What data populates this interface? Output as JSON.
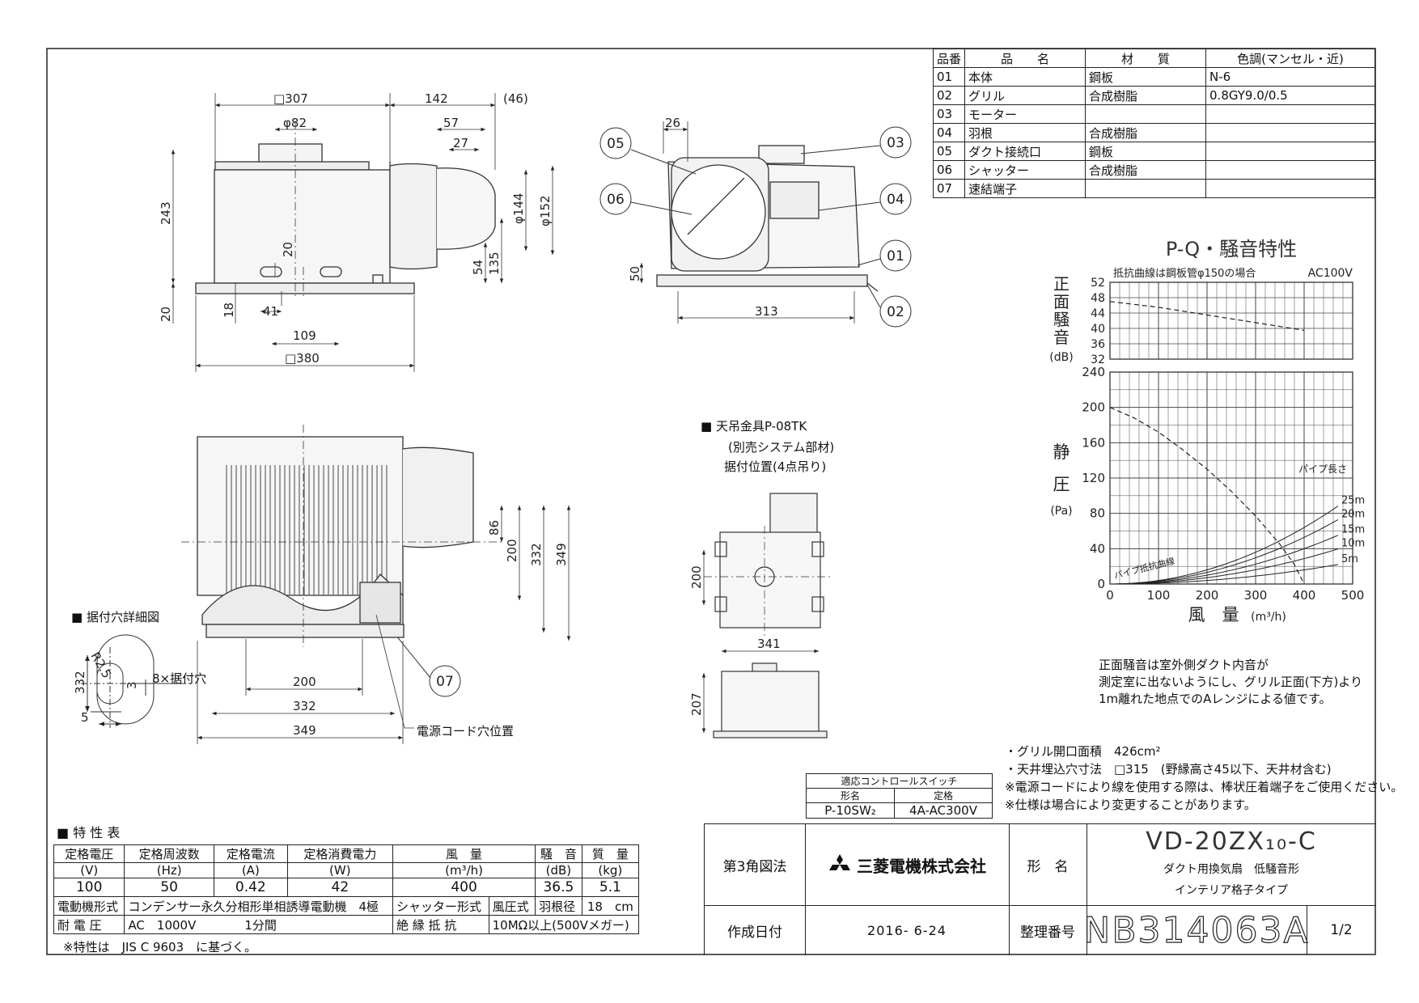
{
  "parts": {
    "headers": [
      "品番",
      "品　　名",
      "材　　質",
      "色調(マンセル・近)"
    ],
    "rows": [
      [
        "01",
        "本体",
        "鋼板",
        "N-6"
      ],
      [
        "02",
        "グリル",
        "合成樹脂",
        "0.8GY9.0/0.5"
      ],
      [
        "03",
        "モーター",
        "",
        ""
      ],
      [
        "04",
        "羽根",
        "合成樹脂",
        ""
      ],
      [
        "05",
        "ダクト接続口",
        "鋼板",
        ""
      ],
      [
        "06",
        "シャッター",
        "合成樹脂",
        ""
      ],
      [
        "07",
        "速結端子",
        "",
        ""
      ]
    ]
  },
  "dims": {
    "top": {
      "w307": "□307",
      "w142": "142",
      "w46": "(46)",
      "d82": "φ82",
      "w57": "57",
      "w27": "27",
      "h243": "243",
      "h20a": "20",
      "d144": "φ144",
      "d152": "φ152",
      "h54": "54",
      "h135": "135",
      "h20b": "20",
      "w18": "18",
      "w41": "41",
      "w109": "109",
      "w380": "□380"
    },
    "side": {
      "w26": "26",
      "h50": "50",
      "w313": "313"
    },
    "front": {
      "h86": "86",
      "h200": "200",
      "h332": "332",
      "h349": "349",
      "w200": "200",
      "w332": "332",
      "w349": "349"
    },
    "hanger": {
      "h200": "200",
      "w341": "341",
      "h207": "207"
    },
    "detail": {
      "h332": "332",
      "r25": "R2.5",
      "h3": "3",
      "w5": "5"
    }
  },
  "callouts": [
    "05",
    "06",
    "03",
    "04",
    "01",
    "02",
    "07"
  ],
  "labels": {
    "detail_title": "据付穴詳細図",
    "holes": "8×据付穴",
    "cord_hole": "電源コード穴位置",
    "hanger_title": "天吊金具P-08TK",
    "hanger_sub1": "(別売システム部材)",
    "hanger_sub2": "据付位置(4点吊り)",
    "spec_title": "特 性 表"
  },
  "chart_data": {
    "type": "line",
    "title": "P-Q・騒音特性",
    "subtitle": "抵抗曲線は鋼板管φ150の場合",
    "voltage": "AC100V",
    "noise_ylabel": [
      "正",
      "面",
      "騒",
      "音"
    ],
    "noise_unit": "(dB)",
    "noise_ylim": [
      32,
      52
    ],
    "noise_yticks": [
      52,
      48,
      44,
      40,
      36,
      32
    ],
    "noise_series": {
      "x": [
        0,
        100,
        200,
        300,
        400
      ],
      "y": [
        47,
        45.5,
        43.5,
        41.5,
        39.5
      ]
    },
    "pq_ylabel": [
      "静",
      "圧"
    ],
    "pq_unit": "(Pa)",
    "pq_ylim": [
      0,
      240
    ],
    "pq_yticks": [
      240,
      200,
      160,
      120,
      80,
      40,
      0
    ],
    "xlim": [
      0,
      500
    ],
    "xticks": [
      0,
      100,
      200,
      300,
      400,
      500
    ],
    "xlabel": "風　量",
    "xunit": "(m³/h)",
    "pq_curve": {
      "x": [
        0,
        50,
        100,
        150,
        200,
        250,
        300,
        350,
        380,
        400
      ],
      "y": [
        200,
        188,
        172,
        152,
        130,
        105,
        77,
        45,
        22,
        0
      ]
    },
    "pipe_label": "パイプ長さ",
    "resistance_label": "パイプ抵抗曲線",
    "resistance": [
      {
        "name": "25m",
        "k": 4.0
      },
      {
        "name": "20m",
        "k": 3.3
      },
      {
        "name": "15m",
        "k": 2.5
      },
      {
        "name": "10m",
        "k": 1.8
      },
      {
        "name": "5m",
        "k": 1.0
      }
    ]
  },
  "noise_note": [
    "正面騒音は室外側ダクト内音が",
    "測定室に出ないようにし、グリル正面(下方)より",
    "1m離れた地点でのAレンジによる値です。"
  ],
  "notes": [
    "・グリル開口面積　426cm²",
    "・天井埋込穴寸法　□315　(野縁高さ45以下、天井材含む)",
    "※電源コードにより線を使用する際は、棒状圧着端子をご使用ください。",
    "※仕様は場合により変更することがあります。"
  ],
  "switch": {
    "title": "適応コントロールスイッチ",
    "headers": [
      "形名",
      "定格"
    ],
    "row": [
      "P-10SW₂",
      "4A-AC300V"
    ]
  },
  "specs": {
    "headers": [
      "定格電圧",
      "定格周波数",
      "定格電流",
      "定格消費電力",
      "風　量",
      "騒　音",
      "質　量"
    ],
    "units": [
      "(V)",
      "(Hz)",
      "(A)",
      "(W)",
      "(m³/h)",
      "(dB)",
      "(kg)"
    ],
    "values": [
      "100",
      "50",
      "0.42",
      "42",
      "400",
      "36.5",
      "5.1"
    ],
    "motor_label": "電動機形式",
    "motor_value": "コンデンサー永久分相形単相誘導電動機　4極",
    "shutter_label": "シャッター形式",
    "shutter_value": "風圧式",
    "blade_label": "羽根径",
    "blade_value": "18　cm",
    "withstand_label": "耐 電 圧",
    "withstand_value": "AC　1000V　　　　1分間",
    "insulation_label": "絶 縁 抵 抗",
    "insulation_value": "10MΩ以上(500Vメガー)",
    "footnote": "※特性は　JIS C 9603　に基づく。"
  },
  "titleblock": {
    "projection": "第3角図法",
    "company": "三菱電機株式会社",
    "model_label": "形　名",
    "model": "VD-20ZX₁₀-C",
    "desc1": "ダクト用換気扇　低騒音形",
    "desc2": "インテリア格子タイプ",
    "date_label": "作成日付",
    "date": "2016- 6-24",
    "number_label": "整理番号",
    "number": "NB314063A",
    "page": "1/2"
  }
}
